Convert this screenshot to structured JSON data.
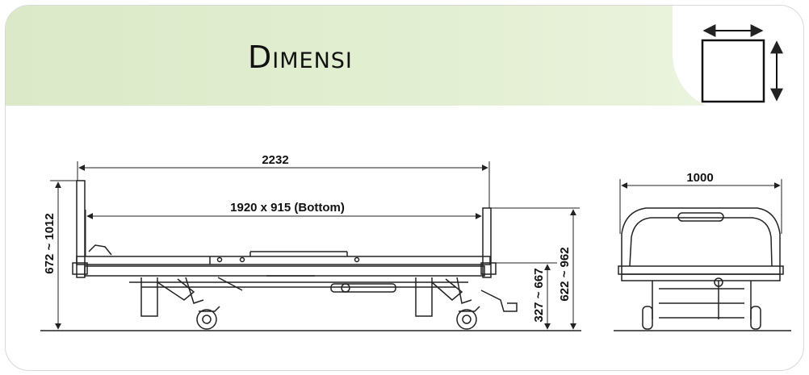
{
  "header": {
    "title": "Dimensi"
  },
  "diagram": {
    "side_view": {
      "overall_length": "2232",
      "bottom_size": "1920 x 915 (Bottom)",
      "head_height_range": "672 ~ 1012",
      "platform_height_range": "622 ~ 962",
      "deck_height_range": "327 ~ 667"
    },
    "end_view": {
      "width": "1000"
    }
  },
  "colors": {
    "header_green": "#dbe9c8",
    "line": "#222222"
  },
  "icons": {
    "badge": "dimension-icon"
  }
}
